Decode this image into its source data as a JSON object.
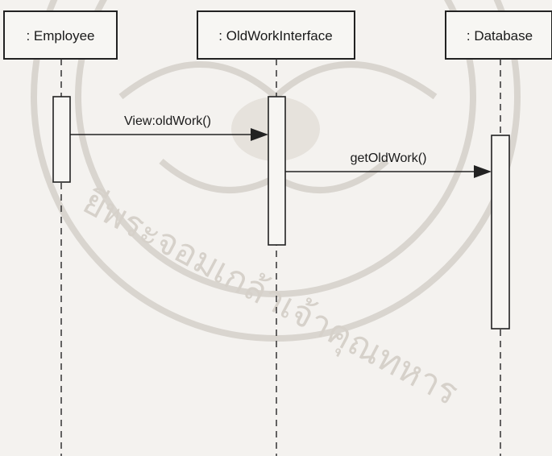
{
  "diagram": {
    "participants": [
      {
        "label": ": Employee"
      },
      {
        "label": ": OldWorkInterface"
      },
      {
        "label": ": Database"
      }
    ],
    "messages": [
      {
        "label": "View:oldWork()"
      },
      {
        "label": "getOldWork()"
      }
    ]
  },
  "watermark": {
    "text": "ยีพระจอมเกล้าเจ้าคุณทหาร"
  }
}
